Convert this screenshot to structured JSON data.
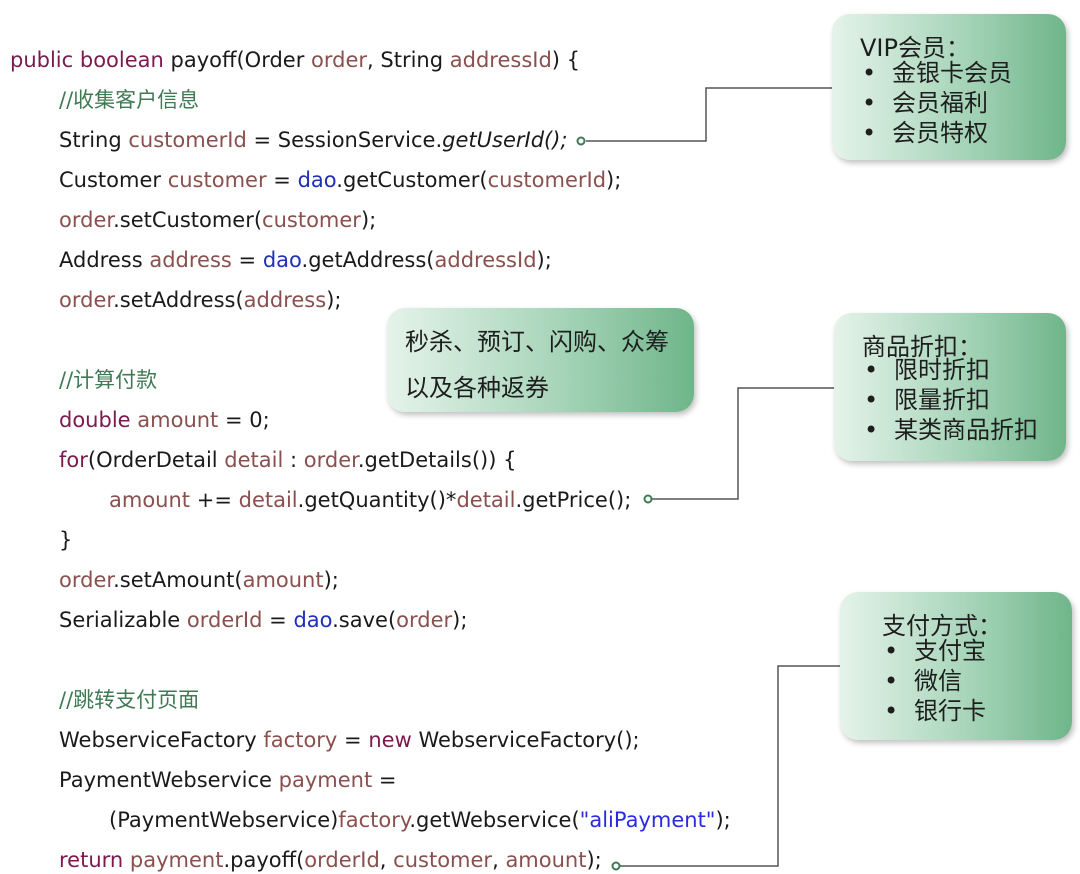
{
  "code": {
    "sig_public": "public",
    "sig_boolean": "boolean",
    "sig_name": "payoff(Order",
    "sig_order": "order",
    "sig_string": ", String",
    "sig_addr": "addressId",
    "sig_end": ") {",
    "comment1": "//收集客户信息",
    "l3_a": "String",
    "l3_var": "customerId",
    "l3_b": "= SessionService.",
    "l3_c": "getUserId();",
    "l4_a": "Customer",
    "l4_var": "customer",
    "l4_b": "=",
    "l4_dao": "dao",
    "l4_c": ".getCustomer(",
    "l4_arg": "customerId",
    "l4_d": ");",
    "l5_var": "order",
    "l5_a": ".setCustomer(",
    "l5_arg": "customer",
    "l5_b": ");",
    "l6_a": "Address",
    "l6_var": "address",
    "l6_b": "=",
    "l6_dao": "dao",
    "l6_c": ".getAddress(",
    "l6_arg": "addressId",
    "l6_d": ");",
    "l7_var": "order",
    "l7_a": ".setAddress(",
    "l7_arg": "address",
    "l7_b": ");",
    "comment2": "//计算付款",
    "l9_kw": "double",
    "l9_var": "amount",
    "l9_a": "= 0;",
    "l10_kw": "for",
    "l10_a": "(OrderDetail",
    "l10_var": "detail",
    "l10_b": ":",
    "l10_obj": "order",
    "l10_c": ".getDetails()) {",
    "l11_var": "amount",
    "l11_a": "+=",
    "l11_d1": "detail",
    "l11_b": ".getQuantity()*",
    "l11_d2": "detail",
    "l11_c": ".getPrice();",
    "l12": "}",
    "l13_var": "order",
    "l13_a": ".setAmount(",
    "l13_arg": "amount",
    "l13_b": ");",
    "l14_a": "Serializable",
    "l14_var": "orderId",
    "l14_b": "=",
    "l14_dao": "dao",
    "l14_c": ".save(",
    "l14_arg": "order",
    "l14_d": ");",
    "comment3": "//跳转支付页面",
    "l16_a": "WebserviceFactory",
    "l16_var": "factory",
    "l16_b": "=",
    "l16_kw": "new",
    "l16_c": "WebserviceFactory();",
    "l17_a": "PaymentWebservice",
    "l17_var": "payment",
    "l17_b": "=",
    "l18_a": "(PaymentWebservice)",
    "l18_var": "factory",
    "l18_b": ".getWebservice(",
    "l18_str": "\"aliPayment\"",
    "l18_c": ");",
    "l19_kw": "return",
    "l19_var": "payment",
    "l19_a": ".payoff(",
    "l19_v1": "orderId",
    "l19_s1": ",",
    "l19_v2": "customer",
    "l19_s2": ",",
    "l19_v3": "amount",
    "l19_b": ");"
  },
  "bubbles": {
    "vip": {
      "title": "VIP会员：",
      "items": [
        "金银卡会员",
        "会员福利",
        "会员特权"
      ]
    },
    "promo": {
      "lines": [
        "秒杀、预订、闪购、众筹",
        "以及各种返券"
      ]
    },
    "discount": {
      "title": "商品折扣：",
      "items": [
        "限时折扣",
        "限量折扣",
        "某类商品折扣"
      ]
    },
    "payment": {
      "title": "支付方式：",
      "items": [
        "支付宝",
        "微信",
        "银行卡"
      ]
    }
  },
  "colors": {
    "keyword": "#7b1a4e",
    "variable": "#8a4f4f",
    "field": "#1f2fb8",
    "string": "#2a2ae0",
    "comment": "#3f7a55",
    "bubble_light": "#e5f3ea",
    "bubble_dark": "#6fb58a",
    "connector": "#555555"
  }
}
